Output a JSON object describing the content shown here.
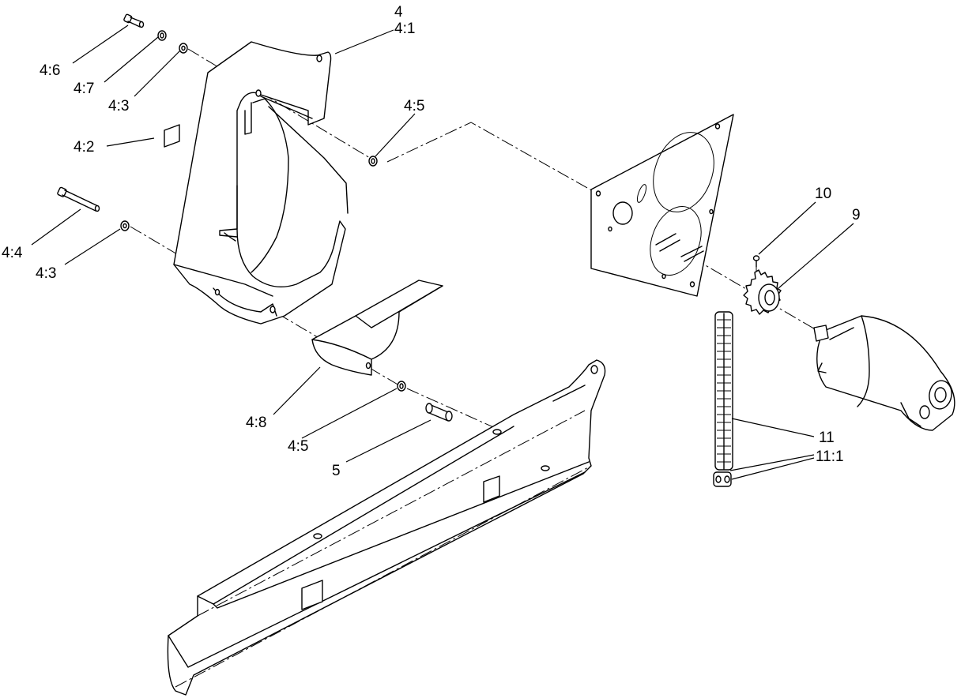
{
  "callouts": {
    "c4": "4",
    "c4_1": "4:1",
    "c4_6": "4:6",
    "c4_7": "4:7",
    "c4_3_top": "4:3",
    "c4_5_top": "4:5",
    "c4_2": "4:2",
    "c4_4": "4:4",
    "c4_3_bottom": "4:3",
    "c10": "10",
    "c9": "9",
    "c4_8": "4:8",
    "c4_5_bottom": "4:5",
    "c5": "5",
    "c11": "11",
    "c11_1": "11:1"
  }
}
